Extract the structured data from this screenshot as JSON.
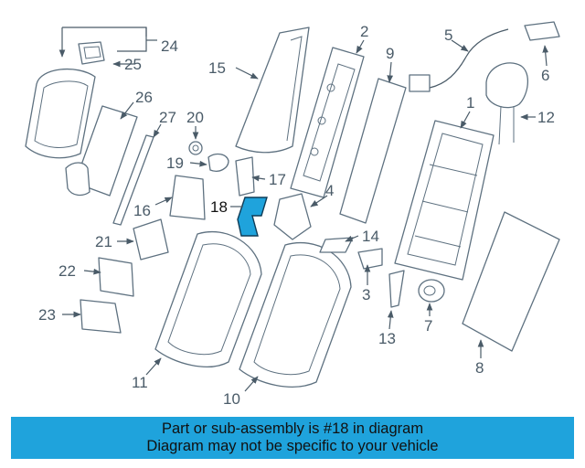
{
  "diagram": {
    "highlight_color": "#1fa3dc",
    "callouts": {
      "n1": "1",
      "n2": "2",
      "n3": "3",
      "n4": "4",
      "n5": "5",
      "n6": "6",
      "n7": "7",
      "n8": "8",
      "n9": "9",
      "n10": "10",
      "n11": "11",
      "n12": "12",
      "n13": "13",
      "n14": "14",
      "n15": "15",
      "n16": "16",
      "n17": "17",
      "n18": "18",
      "n19": "19",
      "n20": "20",
      "n21": "21",
      "n22": "22",
      "n23": "23",
      "n24": "24",
      "n25": "25",
      "n26": "26",
      "n27": "27"
    }
  },
  "banner": {
    "line1": "Part or sub-assembly is #18 in diagram",
    "line2": "Diagram may not be specific to your vehicle"
  }
}
